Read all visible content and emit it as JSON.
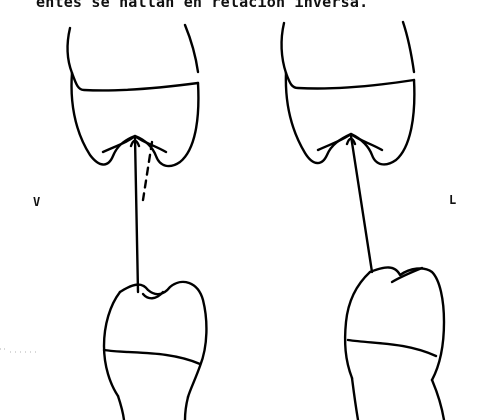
{
  "caption": "entes se hallan en relación inversa.",
  "labels": {
    "left": "V",
    "right": "L"
  }
}
